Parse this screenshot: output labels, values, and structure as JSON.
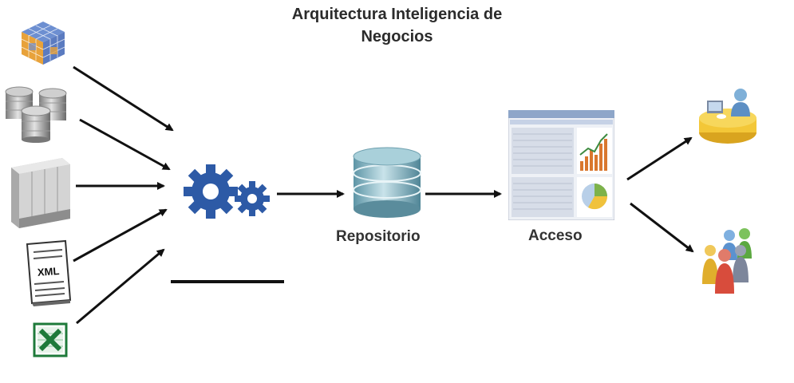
{
  "diagram": {
    "title_line1": "Arquitectura Inteligencia de",
    "title_line2": "Negocios",
    "sources": [
      {
        "icon": "olap-cube-icon"
      },
      {
        "icon": "database-cluster-icon"
      },
      {
        "icon": "server-icon"
      },
      {
        "icon": "xml-file-icon",
        "text": "XML"
      },
      {
        "icon": "excel-icon"
      }
    ],
    "process": {
      "icon": "gears-icon"
    },
    "repository": {
      "icon": "database-icon",
      "label": "Repositorio"
    },
    "access": {
      "icon": "dashboard-icon",
      "label": "Acceso"
    },
    "consumers": [
      {
        "icon": "meeting-users-icon"
      },
      {
        "icon": "user-group-icon"
      }
    ],
    "colors": {
      "arrow": "#111111",
      "gear": "#2d5aa6",
      "db": "#7fb3c2",
      "excel": "#1e7a3a",
      "cube_blue": "#6d8fd1",
      "cube_orange": "#e8a23a"
    }
  }
}
